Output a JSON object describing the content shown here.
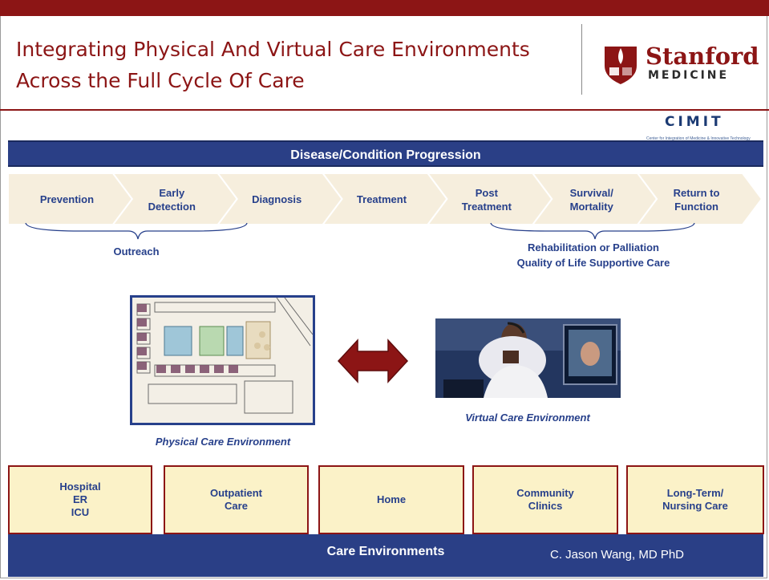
{
  "slide": {
    "title": "Integrating Physical And Virtual Care Environments Across the Full Cycle Of Care",
    "logo": {
      "name": "Stanford",
      "subtitle": "MEDICINE"
    },
    "partner_logo": "CIMIT",
    "partner_tagline": "Center for Integration of Medicine & Innovative Technology",
    "progression_header": "Disease/Condition Progression",
    "stages": [
      "Prevention",
      "Early\nDetection",
      "Diagnosis",
      "Treatment",
      "Post\nTreatment",
      "Survival/\nMortality",
      "Return to\nFunction"
    ],
    "outreach_label": "Outreach",
    "rehab_label": "Rehabilitation or Palliation",
    "quality_label": "Quality of Life Supportive Care",
    "physical_caption": "Physical Care Environment",
    "virtual_caption": "Virtual Care Environment",
    "environments": [
      "Hospital\nER\nICU",
      "Outpatient\nCare",
      "Home",
      "Community\nClinics",
      "Long-Term/\nNursing Care"
    ],
    "footer_label": "Care Environments",
    "author": "C. Jason Wang, MD PhD"
  },
  "colors": {
    "stanford_red": "#8c1515",
    "navy": "#2a3f86",
    "label_blue": "#27408b",
    "chevron_fill": "#f6eedd",
    "env_fill": "#fbf2c8"
  },
  "icons": {
    "exchange_arrow": "double-headed-arrow",
    "logo_mark": "stanford-shield"
  }
}
